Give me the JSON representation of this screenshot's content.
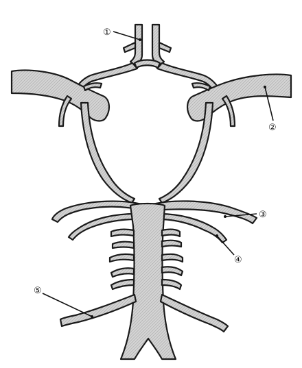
{
  "figure": {
    "callouts": [
      {
        "id": "1",
        "text": "①"
      },
      {
        "id": "2",
        "text": "②"
      },
      {
        "id": "3",
        "text": "③"
      },
      {
        "id": "4",
        "text": "④"
      },
      {
        "id": "5",
        "text": "⑤"
      }
    ]
  },
  "colors": {
    "outline": "#1a1a1a",
    "vessel_fill": "#cfcfcf",
    "hatch_line": "#9a9a9a",
    "background": "#ffffff"
  }
}
